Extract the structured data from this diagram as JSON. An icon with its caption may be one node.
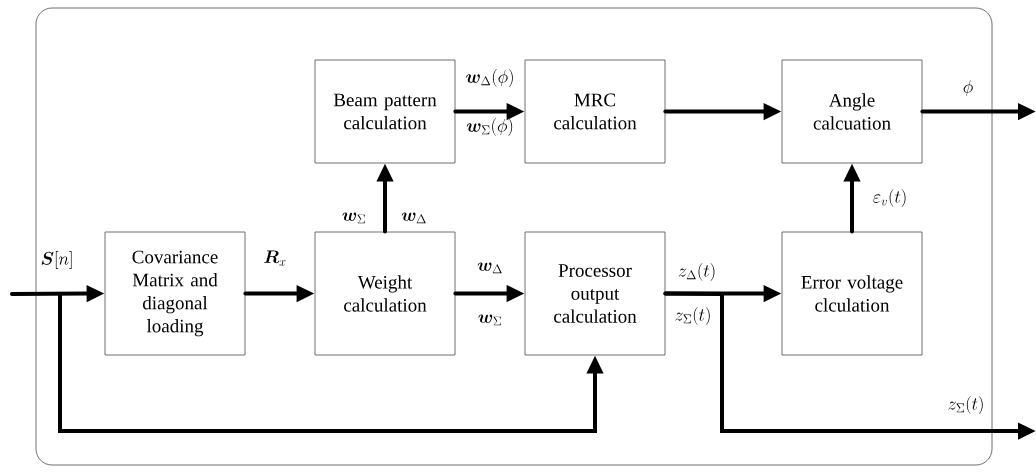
{
  "diagram": {
    "nodes": [
      {
        "text": [],
        "shape": "box"
      },
      {
        "text": [
          "Covariance Matrix and diagonal loading"
        ],
        "in": 0
      },
      {
        "text": [
          "Weight calculation"
        ],
        "in": 0
      },
      {
        "text": [
          "Beam pattern calculation"
        ],
        "in": 0
      },
      {
        "text": [
          "MRC calculation"
        ],
        "in": 0
      },
      {
        "text": [
          "Processor output calculation"
        ],
        "in": 0
      },
      {
        "text": [
          "Angle calcuation"
        ],
        "in": 0
      },
      {
        "text": [
          "Error voltage clculation"
        ],
        "in": 0
      }
    ],
    "edges": [
      {
        "from": null,
        "to": 1,
        "arrow": "to",
        "label": "\\bm{S}[n]"
      },
      {
        "from": null,
        "to": 5,
        "arrow": "to"
      },
      {
        "from": 1,
        "to": 2,
        "arrow": "to",
        "label": "\\bm{R}_{x}"
      },
      {
        "from": 2,
        "to": 3,
        "arrow": "to",
        "label": "\\bm{w}_{\\Sigma}"
      },
      {
        "from": 2,
        "to": 5,
        "arrow": "to",
        "label": "\\bm{w}_{\\Delta}"
      },
      {
        "from": 3,
        "to": 4,
        "arrow": "to",
        "label": "\\bm{w}_{\\Delta}(\\phi)"
      },
      {
        "from": 4,
        "to": 6,
        "arrow": "to"
      },
      {
        "from": 5,
        "to": 7,
        "arrow": "to",
        "label": "z_{\\Delta}(t)"
      },
      {
        "from": 5,
        "to": null,
        "arrow": "to",
        "label": "z_{\\Sigma}(t)"
      },
      {
        "from": 7,
        "to": 6,
        "arrow": "to",
        "label": "\\varepsilon_{v}(t)"
      },
      {
        "from": 6,
        "to": null,
        "arrow": "to",
        "label": "\\phi"
      }
    ],
    "labels": [
      "\\bm{w}_{\\Delta}",
      "\\bm{w}_{\\Sigma}(\\phi)",
      "\\bm{w}_{\\Sigma}",
      "z_{\\Sigma}(t)"
    ]
  }
}
